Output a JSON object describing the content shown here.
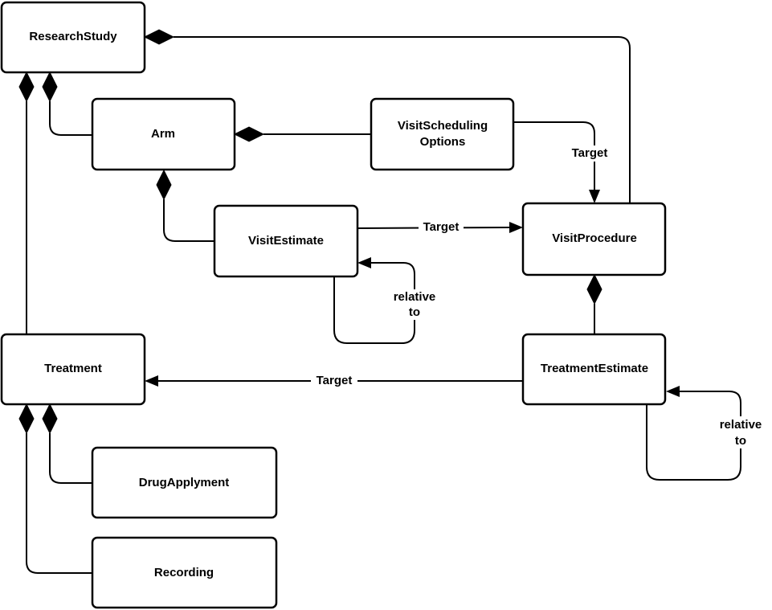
{
  "nodes": {
    "research_study": "ResearchStudy",
    "arm": "Arm",
    "visit_scheduling_options_line1": "VisitScheduling",
    "visit_scheduling_options_line2": "Options",
    "visit_estimate": "VisitEstimate",
    "visit_procedure": "VisitProcedure",
    "treatment": "Treatment",
    "treatment_estimate": "TreatmentEstimate",
    "drug_applyment": "DrugApplyment",
    "recording": "Recording"
  },
  "edge_labels": {
    "scheduling_target": "Target",
    "visit_estimate_target": "Target",
    "visit_estimate_relative_line1": "relative",
    "visit_estimate_relative_line2": "to",
    "treatment_estimate_target": "Target",
    "treatment_estimate_relative_line1": "relative",
    "treatment_estimate_relative_line2": "to"
  },
  "colors": {
    "stroke": "#000000",
    "fill": "#ffffff"
  }
}
